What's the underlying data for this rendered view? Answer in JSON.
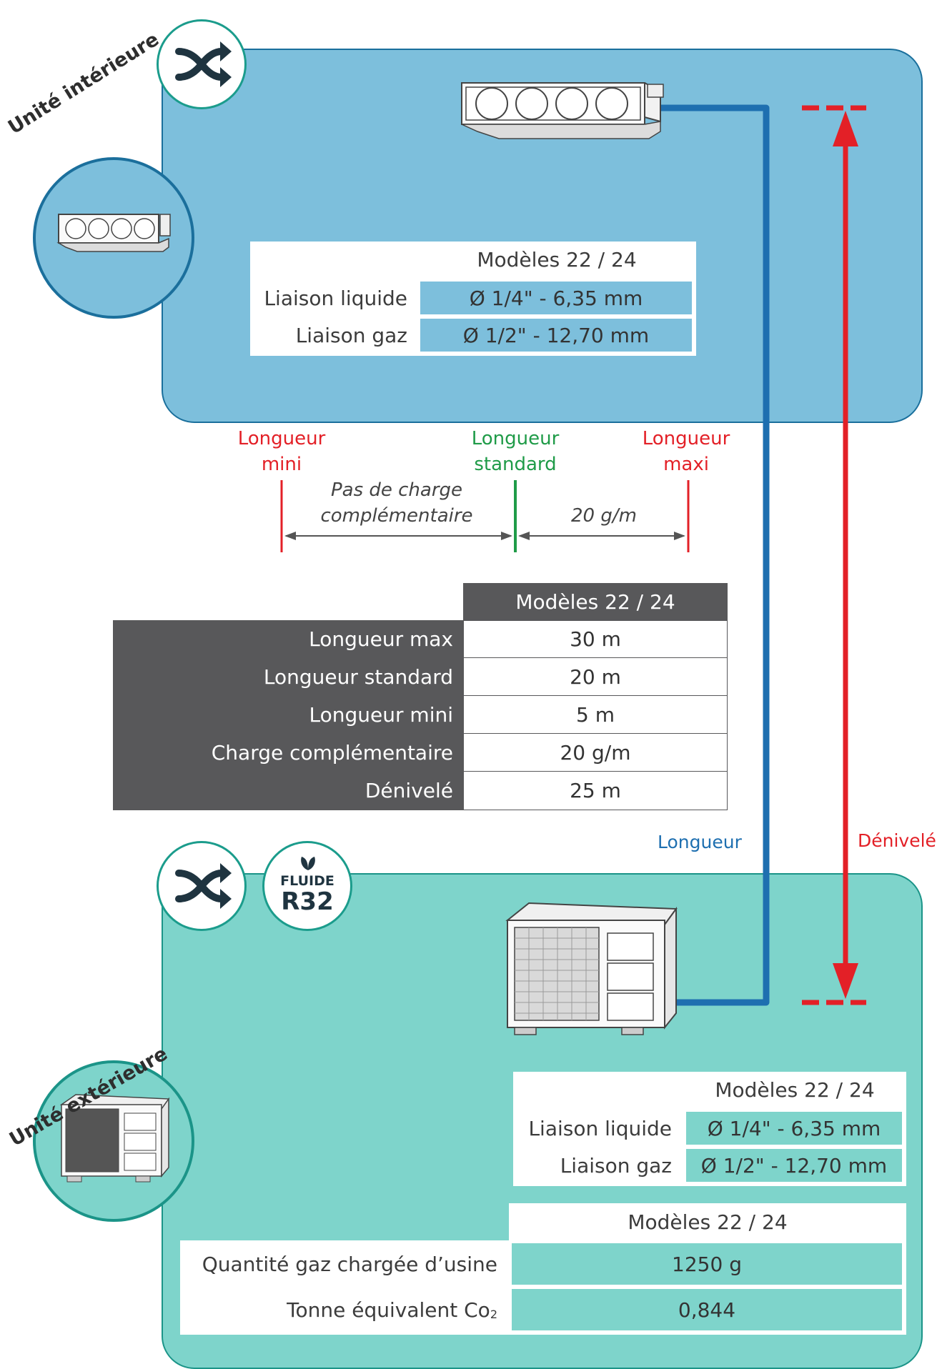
{
  "indoor": {
    "title": "Unité intérieure",
    "table": {
      "header": "Modèles 22 / 24",
      "rows": [
        {
          "label": "Liaison liquide",
          "value": "Ø 1/4\" - 6,35 mm"
        },
        {
          "label": "Liaison gaz",
          "value": "Ø 1/2\" - 12,70 mm"
        }
      ]
    }
  },
  "length_scale": {
    "min_label": "Longueur\nmini",
    "std_label": "Longueur\nstandard",
    "max_label": "Longueur\nmaxi",
    "left_span": "Pas de charge\ncomplémentaire",
    "right_span": "20 g/m"
  },
  "main_table": {
    "header": "Modèles 22 / 24",
    "rows": [
      {
        "label": "Longueur max",
        "value": "30 m"
      },
      {
        "label": "Longueur standard",
        "value": "20 m"
      },
      {
        "label": "Longueur mini",
        "value": "5 m"
      },
      {
        "label": "Charge complémentaire",
        "value": "20 g/m"
      },
      {
        "label": "Dénivelé",
        "value": "25 m"
      }
    ]
  },
  "pipe_labels": {
    "length": "Longueur",
    "elevation": "Dénivelé"
  },
  "refrigerant": {
    "top": "FLUIDE",
    "bottom": "R32"
  },
  "outdoor": {
    "title": "Unité extérieure",
    "table": {
      "header": "Modèles 22 / 24",
      "rows": [
        {
          "label": "Liaison liquide",
          "value": "Ø 1/4\" - 6,35 mm"
        },
        {
          "label": "Liaison gaz",
          "value": "Ø 1/2\" - 12,70 mm"
        }
      ]
    },
    "gas_table": {
      "header": "Modèles 22 / 24",
      "rows": [
        {
          "label": "Quantité gaz chargée d’usine",
          "value": "1250 g"
        },
        {
          "label": "Tonne équivalent Co",
          "sub": "2",
          "value": "0,844"
        }
      ]
    }
  },
  "colors": {
    "indoor_panel": "#7dbfdc",
    "outdoor_panel": "#7ed4cb",
    "pipe_blue": "#1e6fb0",
    "elevation_red": "#e32027",
    "standard_green": "#1f9b48",
    "dark_header": "#58585a"
  },
  "icons": [
    "shuffle-icon",
    "leaf-icon",
    "indoor-unit-icon",
    "outdoor-unit-icon"
  ]
}
